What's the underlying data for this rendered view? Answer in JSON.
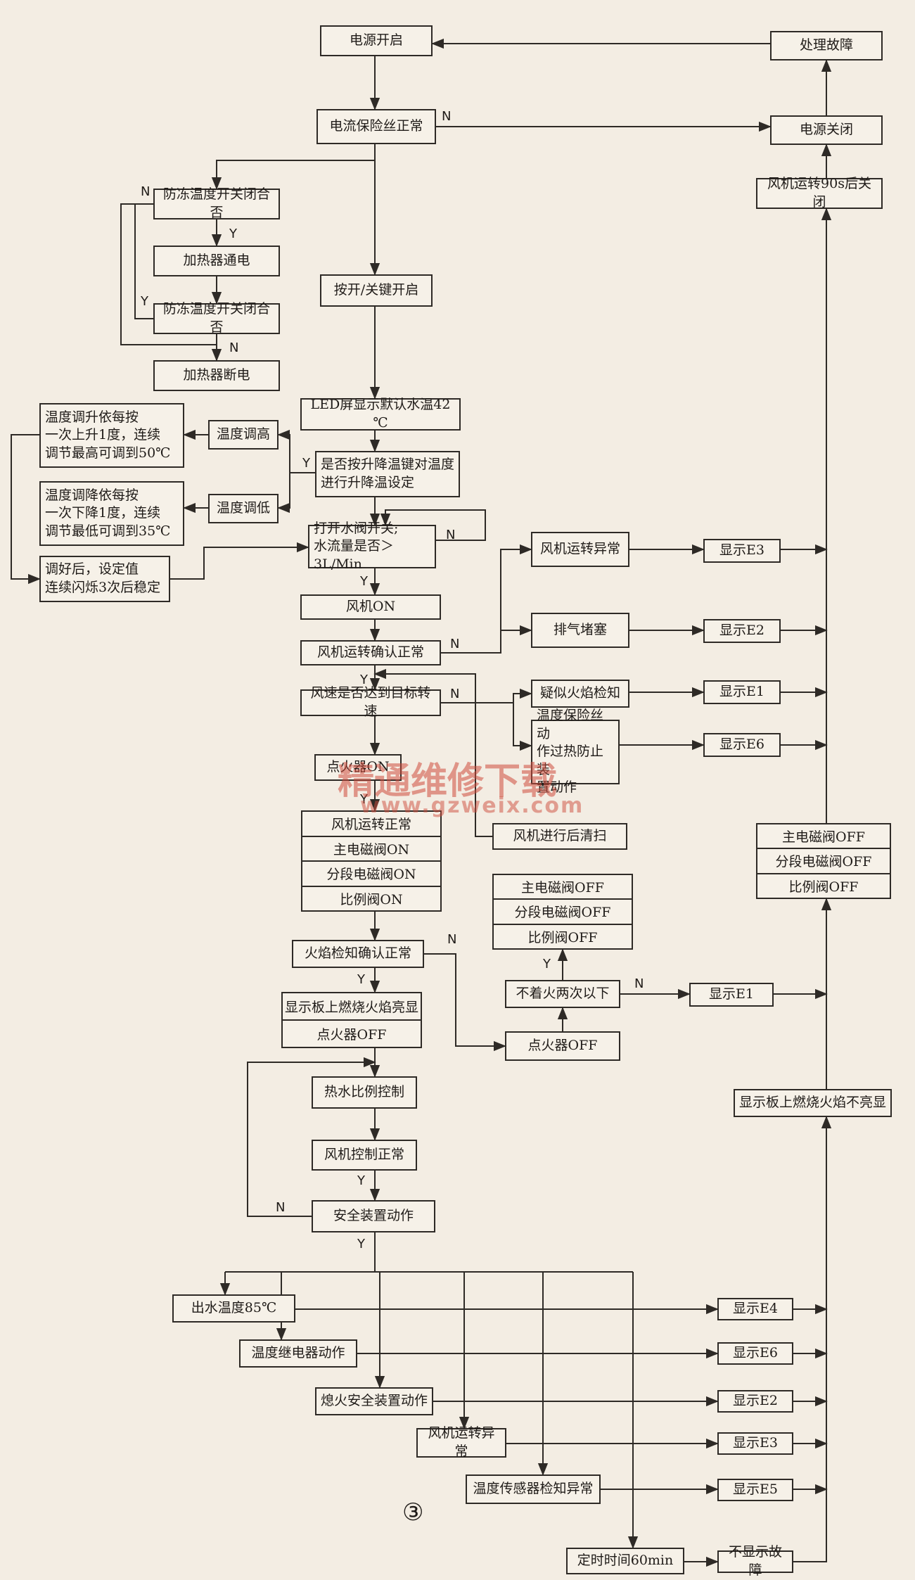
{
  "nodes": {
    "power_on": "电源开启",
    "handle_fault": "处理故障",
    "fuse_ok": "电流保险丝正常",
    "power_off": "电源关闭",
    "fan_90s_off": "风机运转90s后关闭",
    "antifreeze_check_1": "防冻温度开关闭合否",
    "heater_on": "加热器通电",
    "antifreeze_check_2": "防冻温度开关闭合否",
    "heater_off": "加热器断电",
    "onoff_key": "按开/关键开启",
    "led_default": "LED屏显示默认水温42 ℃",
    "temp_up_desc": "温度调升依每按\n一次上升1度，连续\n调节最高可调到50℃",
    "temp_up": "温度调高",
    "temp_set_q": "是否按升降温键对温度\n进行升降温设定",
    "temp_down_desc": "温度调降依每按\n一次下降1度，连续\n调节最低可调到35℃",
    "temp_down": "温度调低",
    "water_valve": "打开水阀开关;\n水流量是否＞3L/Min",
    "set_blink": "调好后，设定值\n连续闪烁3次后稳定",
    "fan_on": "风机ON",
    "fan_ok_q": "风机运转确认正常",
    "fan_abnormal_1": "风机运转异常",
    "exhaust_block": "排气堵塞",
    "show_e3_1": "显示E3",
    "show_e2_1": "显示E2",
    "fan_speed_q": "风速是否达到目标转速",
    "false_flame": "疑似火焰检知",
    "show_e1_1": "显示E1",
    "temp_fuse_act": "温度保险丝动\n作过热防止装\n置动作",
    "show_e6_1": "显示E6",
    "igniter_on": "点火器ON",
    "post_purge": "风机进行后清扫",
    "flame_ok_q": "火焰检知确认正常",
    "ign_fail_q": "不着火两次以下",
    "show_e1_2": "显示E1",
    "display_flame": "显示板上燃烧火焰亮显",
    "igniter_off_l": "点火器OFF",
    "igniter_off_r": "点火器OFF",
    "display_no_flame": "显示板上燃烧火焰不亮显",
    "hot_water_ctrl": "热水比例控制",
    "fan_ctrl_ok": "风机控制正常",
    "safety_act_q": "安全装置动作",
    "outlet_85": "出水温度85℃",
    "show_e4": "显示E4",
    "temp_relay": "温度继电器动作",
    "show_e6_2": "显示E6",
    "flameout_safety": "熄火安全装置动作",
    "show_e2_2": "显示E2",
    "fan_abnormal_2": "风机运转异常",
    "show_e3_2": "显示E3",
    "temp_sensor_abn": "温度传感器检知异常",
    "show_e5": "显示E5",
    "timer_60": "定时时间60min",
    "no_fault": "不显示故障"
  },
  "stacks": {
    "run_stack": [
      "风机运转正常",
      "主电磁阀ON",
      "分段电磁阀ON",
      "比例阀ON"
    ],
    "off_stack_mid": [
      "主电磁阀OFF",
      "分段电磁阀OFF",
      "比例阀OFF"
    ],
    "off_stack_right": [
      "主电磁阀OFF",
      "分段电磁阀OFF",
      "比例阀OFF"
    ]
  },
  "edge_labels": {
    "yes": "Y",
    "no": "N"
  },
  "watermark": {
    "cn": "精通维修下载",
    "url": "www.gzweix.com"
  },
  "figure_number": "③",
  "colors": {
    "line": "#2e2a26",
    "box_bg": "#f6f1e8",
    "watermark": "#cd4b3c"
  }
}
